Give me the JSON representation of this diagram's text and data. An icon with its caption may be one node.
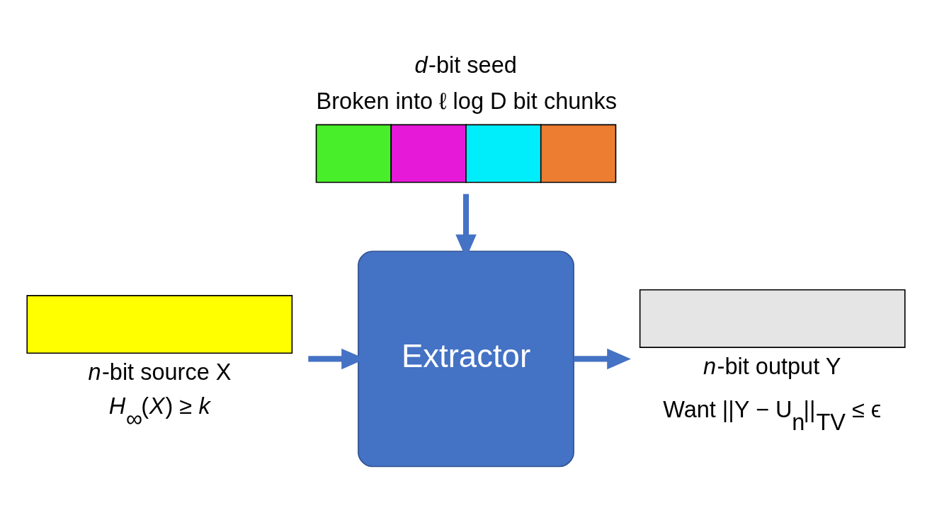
{
  "diagram": {
    "nodes": [
      {
        "text": [],
        "shape": "bar",
        "beside": [
          "*d*-bit seed",
          "Broken into ℓ log D bit chunks"
        ]
      },
      {
        "text": [
          "Extractor"
        ]
      },
      {
        "text": [],
        "shape": "bar",
        "beside": [
          "*n*-bit source X",
          "*H*$_{∞}$(*X*) ≥ *k*"
        ]
      },
      {
        "text": [],
        "shape": "bar",
        "beside": [
          "*n*-bit output Y",
          "Want ||Y − U$_{n}$||$_{TV}$ ≤ ϵ"
        ]
      }
    ],
    "edges": [
      {
        "from": 0,
        "to": 1,
        "arrow": "to"
      },
      {
        "from": 2,
        "to": 1,
        "arrow": "to"
      },
      {
        "from": 1,
        "to": 3,
        "arrow": "to"
      }
    ]
  }
}
